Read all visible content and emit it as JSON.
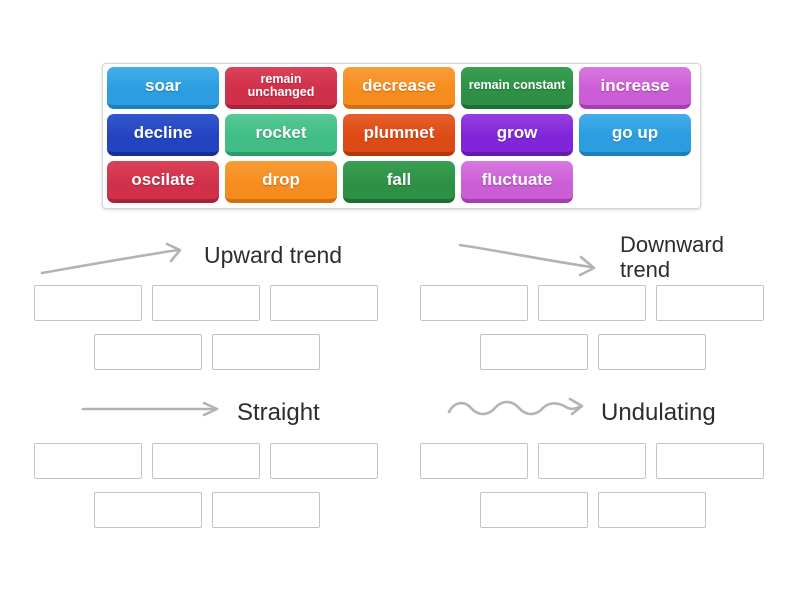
{
  "tile_bank": {
    "tiles": [
      {
        "id": "soar",
        "label": "soar",
        "color_key": "blue",
        "small": false
      },
      {
        "id": "remain-unchanged",
        "label": "remain unchanged",
        "color_key": "crimson",
        "small": true
      },
      {
        "id": "decrease",
        "label": "decrease",
        "color_key": "orange",
        "small": false
      },
      {
        "id": "remain-constant",
        "label": "remain constant",
        "color_key": "green",
        "small": true
      },
      {
        "id": "increase",
        "label": "increase",
        "color_key": "orchid",
        "small": false
      },
      {
        "id": "decline",
        "label": "decline",
        "color_key": "royal",
        "small": false
      },
      {
        "id": "rocket",
        "label": "rocket",
        "color_key": "emerald",
        "small": false
      },
      {
        "id": "plummet",
        "label": "plummet",
        "color_key": "orangered",
        "small": false
      },
      {
        "id": "grow",
        "label": "grow",
        "color_key": "purple",
        "small": false
      },
      {
        "id": "go-up",
        "label": "go up",
        "color_key": "blue",
        "small": false
      },
      {
        "id": "oscilate",
        "label": "oscilate",
        "color_key": "crimson",
        "small": false
      },
      {
        "id": "drop",
        "label": "drop",
        "color_key": "orange",
        "small": false
      },
      {
        "id": "fall",
        "label": "fall",
        "color_key": "green",
        "small": false
      },
      {
        "id": "fluctuate",
        "label": "fluctuate",
        "color_key": "orchid",
        "small": false
      }
    ],
    "colors": {
      "blue": {
        "top": "#43ade9",
        "base": "#2b9de0",
        "bottom": "#1d7fbc"
      },
      "crimson": {
        "top": "#da4258",
        "base": "#d0304a",
        "bottom": "#a82339"
      },
      "orange": {
        "top": "#f89d38",
        "base": "#f68c1e",
        "bottom": "#d06f10"
      },
      "green": {
        "top": "#3aa053",
        "base": "#2d9045",
        "bottom": "#1f6e33"
      },
      "orchid": {
        "top": "#d878e0",
        "base": "#cb5dd6",
        "bottom": "#a53fb0"
      },
      "royal": {
        "top": "#3356cc",
        "base": "#2344c0",
        "bottom": "#182f8f"
      },
      "emerald": {
        "top": "#58c996",
        "base": "#41bd86",
        "bottom": "#2d9c6b"
      },
      "orangered": {
        "top": "#e65f2a",
        "base": "#dd4a15",
        "bottom": "#b2380c"
      },
      "purple": {
        "top": "#9340e0",
        "base": "#8125d8",
        "bottom": "#641bab"
      }
    }
  },
  "groups": [
    {
      "id": "upward",
      "label": "Upward trend",
      "arrow_icon": "rising-arrow-icon",
      "slot_rows": [
        3,
        2
      ]
    },
    {
      "id": "downward",
      "label": "Downward trend",
      "arrow_icon": "falling-arrow-icon",
      "slot_rows": [
        3,
        2
      ]
    },
    {
      "id": "straight",
      "label": "Straight",
      "arrow_icon": "straight-arrow-icon",
      "slot_rows": [
        3,
        2
      ]
    },
    {
      "id": "undulating",
      "label": "Undulating",
      "arrow_icon": "wavy-arrow-icon",
      "slot_rows": [
        3,
        2
      ]
    }
  ],
  "arrow_color": "#b3b3b3"
}
